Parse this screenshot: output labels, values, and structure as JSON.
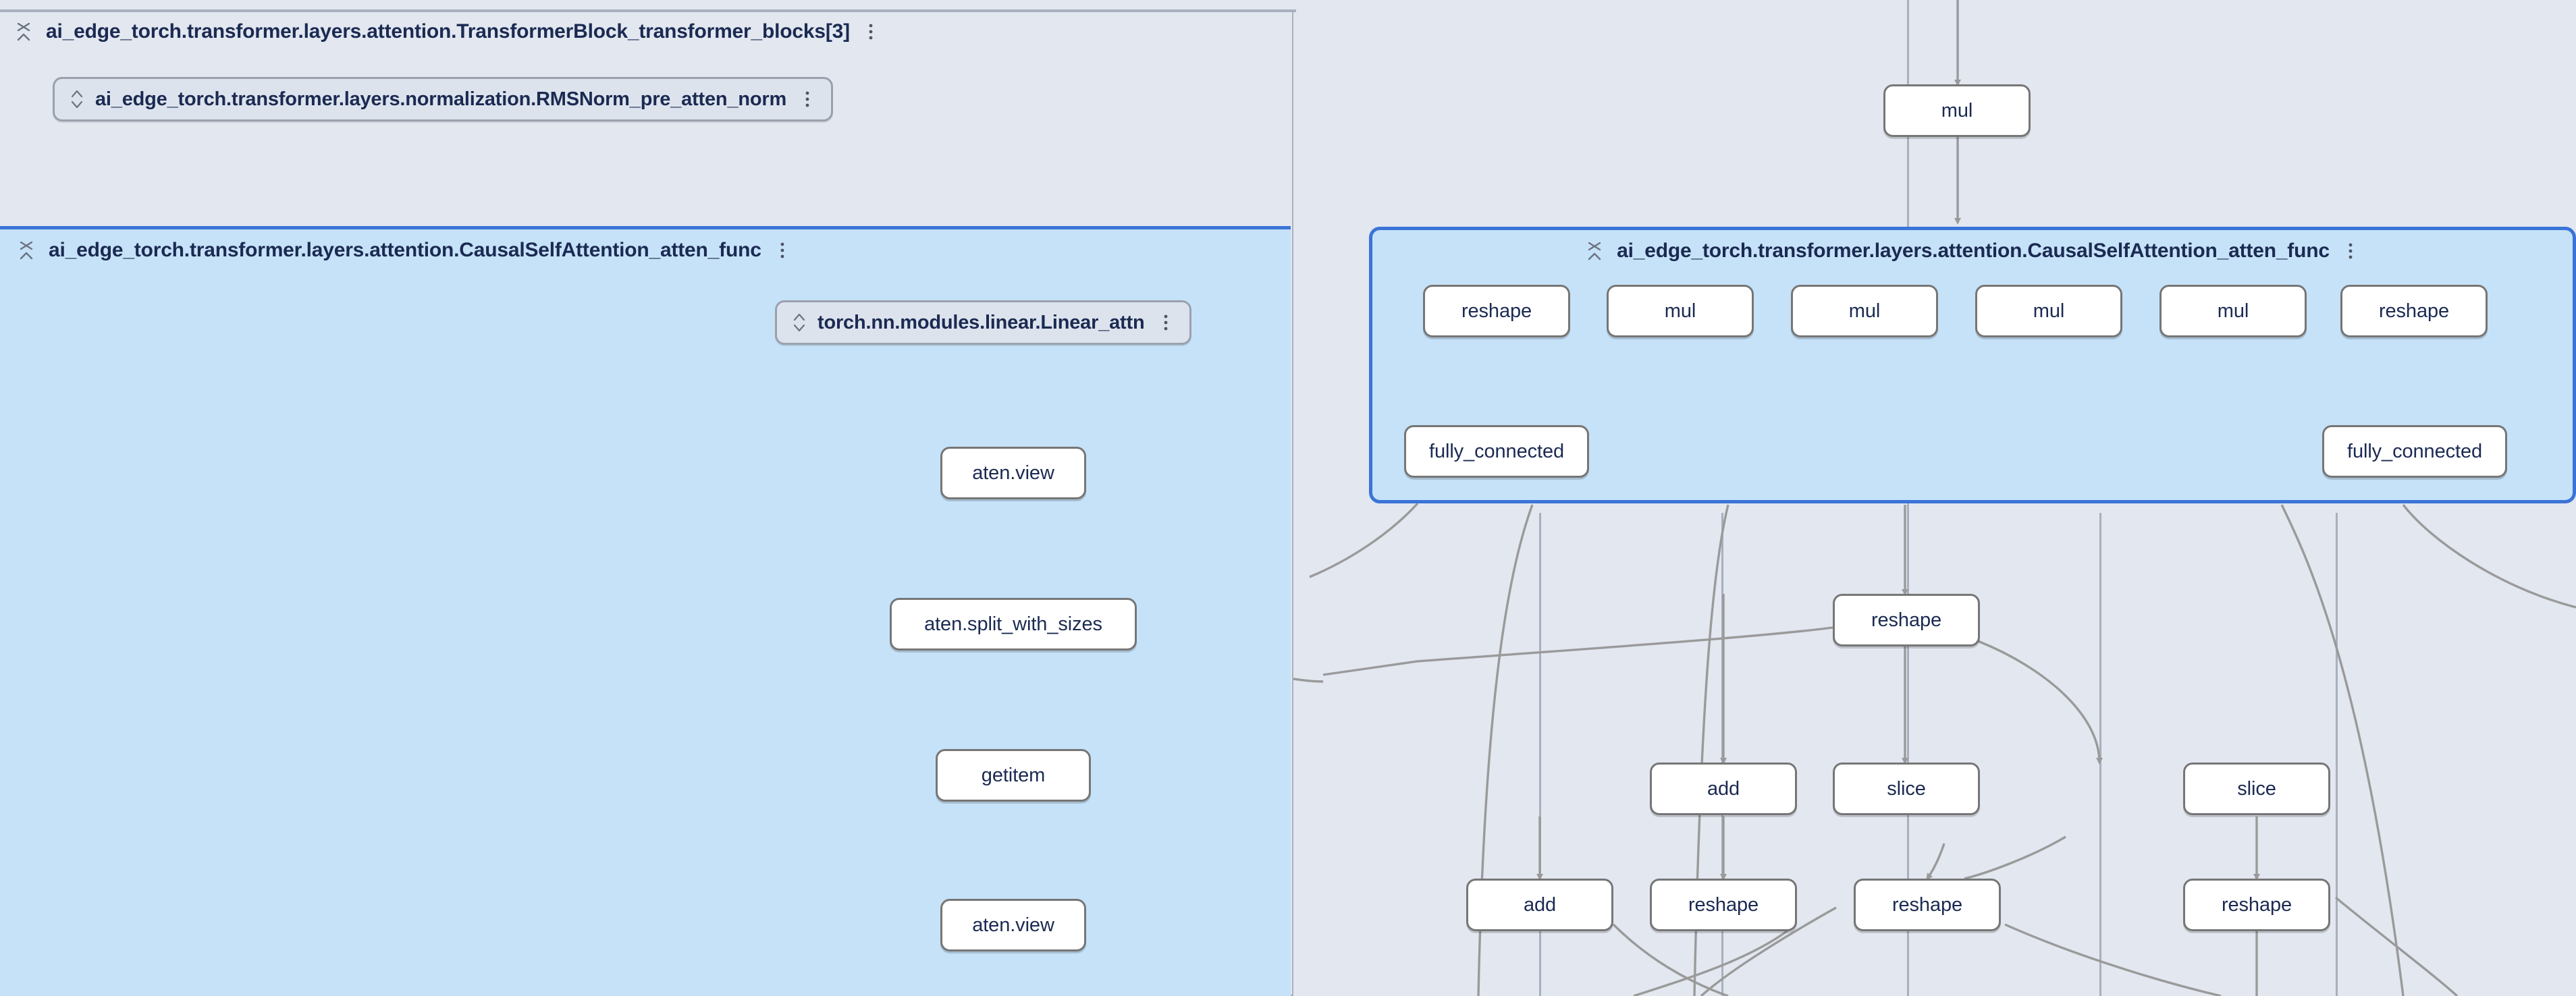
{
  "app": {
    "name": "model-explorer-graph",
    "colors": {
      "canvas_bg": "#e2e7f0",
      "group_bg": "#e2e7f0",
      "selected_group_bg": "#c6e2f8",
      "selected_group_border": "#3b74d8",
      "group_border": "#a9b0bd",
      "node_bg": "#ffffff",
      "node_border": "#767676",
      "node_text": "#1b2a52",
      "pill_bg": "#dde3ed",
      "pill_border": "#9aa1ad",
      "edge": "#9a9a9a"
    }
  },
  "groups": [
    {
      "id": "transformer-block",
      "title": "ai_edge_torch.transformer.layers.attention.TransformerBlock_transformer_blocks[3]",
      "collapse_icon": "expand-collapse-icon",
      "menu_icon": "more-options-icon",
      "selected": false
    },
    {
      "id": "causal-self-attention-left",
      "title": "ai_edge_torch.transformer.layers.attention.CausalSelfAttention_atten_func",
      "collapse_icon": "expand-collapse-icon",
      "menu_icon": "more-options-icon",
      "selected": true
    },
    {
      "id": "causal-self-attention-right",
      "title": "ai_edge_torch.transformer.layers.attention.CausalSelfAttention_atten_func",
      "collapse_icon": "expand-collapse-icon",
      "menu_icon": "more-options-icon",
      "selected": true
    }
  ],
  "pills": [
    {
      "id": "rmsnorm-pre-atten-norm",
      "label": "ai_edge_torch.transformer.layers.normalization.RMSNorm_pre_atten_norm",
      "expand_icon": "expand-chevrons-icon",
      "menu_icon": "more-options-icon"
    },
    {
      "id": "linear-attn",
      "label": "torch.nn.modules.linear.Linear_attn",
      "expand_icon": "expand-chevrons-icon",
      "menu_icon": "more-options-icon"
    }
  ],
  "nodes": {
    "left_panel": [
      {
        "id": "aten-view-1",
        "label": "aten.view"
      },
      {
        "id": "aten-split-with-sizes",
        "label": "aten.split_with_sizes"
      },
      {
        "id": "getitem",
        "label": "getitem"
      },
      {
        "id": "aten-view-2",
        "label": "aten.view"
      }
    ],
    "right_top": [
      {
        "id": "mul-top",
        "label": "mul"
      }
    ],
    "right_group_row": [
      {
        "id": "reshape-r1",
        "label": "reshape"
      },
      {
        "id": "mul-r1",
        "label": "mul"
      },
      {
        "id": "mul-r2",
        "label": "mul"
      },
      {
        "id": "mul-r3",
        "label": "mul"
      },
      {
        "id": "mul-r4",
        "label": "mul"
      },
      {
        "id": "reshape-r2",
        "label": "reshape"
      }
    ],
    "right_group_fc": [
      {
        "id": "fully-connected-left",
        "label": "fully_connected"
      },
      {
        "id": "fully-connected-right",
        "label": "fully_connected"
      }
    ],
    "right_below": [
      {
        "id": "reshape-b1",
        "label": "reshape"
      },
      {
        "id": "add-b1",
        "label": "add"
      },
      {
        "id": "slice-b1",
        "label": "slice"
      },
      {
        "id": "slice-b2",
        "label": "slice"
      },
      {
        "id": "add-b2",
        "label": "add"
      },
      {
        "id": "reshape-b2",
        "label": "reshape"
      },
      {
        "id": "reshape-b3",
        "label": "reshape"
      },
      {
        "id": "reshape-b4",
        "label": "reshape"
      }
    ]
  }
}
